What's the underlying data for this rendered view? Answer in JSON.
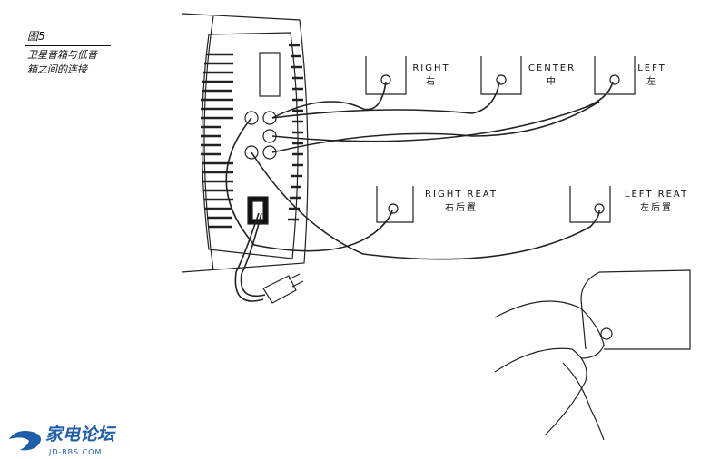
{
  "caption": {
    "figure": "图5",
    "line1": "卫星音箱与低音",
    "line2": "箱之间的连接"
  },
  "speakers": [
    {
      "en": "RIGHT",
      "cn": "右"
    },
    {
      "en": "CENTER",
      "cn": "中"
    },
    {
      "en": "LEFT",
      "cn": "左"
    },
    {
      "en": "RIGHT REAT",
      "cn": "右后置"
    },
    {
      "en": "LEFT REAT",
      "cn": "左后置"
    }
  ],
  "logo": {
    "name": "家电论坛",
    "url": "JD-BBS.COM",
    "color": "#1f5fa8"
  }
}
